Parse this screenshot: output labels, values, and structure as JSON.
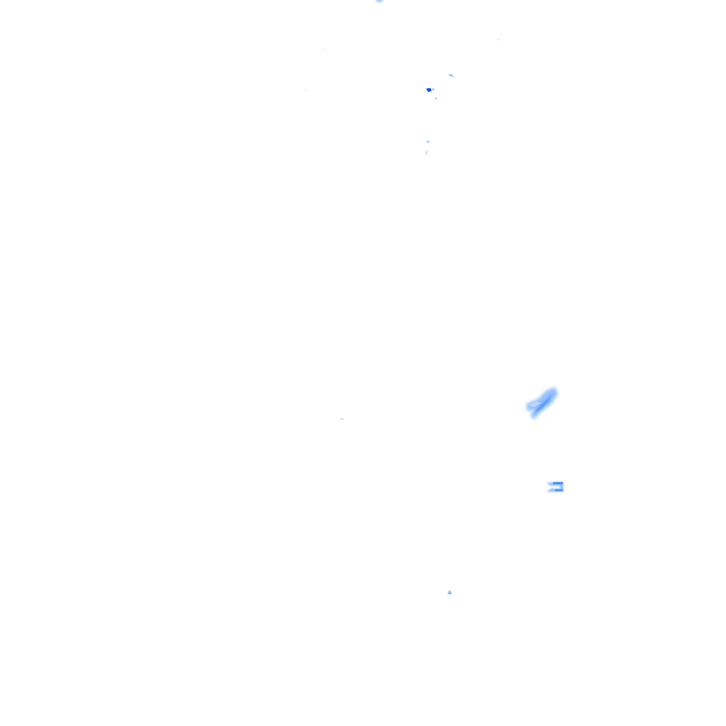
{
  "layer": {
    "type": "precipitation-radar-overlay",
    "background_color": "#ffffff",
    "palette": {
      "light": "#bcd8ff",
      "medium": "#7eb4ff",
      "strong": "#3f86ff",
      "intense": "#0a4dff"
    },
    "echoes": [
      {
        "id": "echo-top-edge",
        "intensity": "medium"
      },
      {
        "id": "echo-small-dark-north",
        "intensity": "intense"
      },
      {
        "id": "echo-fleck-north-east",
        "intensity": "light"
      },
      {
        "id": "echo-specks-north",
        "intensity": "light"
      },
      {
        "id": "echo-main-streak",
        "intensity": "strong"
      },
      {
        "id": "echo-bar-east",
        "intensity": "strong"
      },
      {
        "id": "echo-dot-south",
        "intensity": "medium"
      },
      {
        "id": "echo-fleck-west",
        "intensity": "light"
      }
    ]
  }
}
